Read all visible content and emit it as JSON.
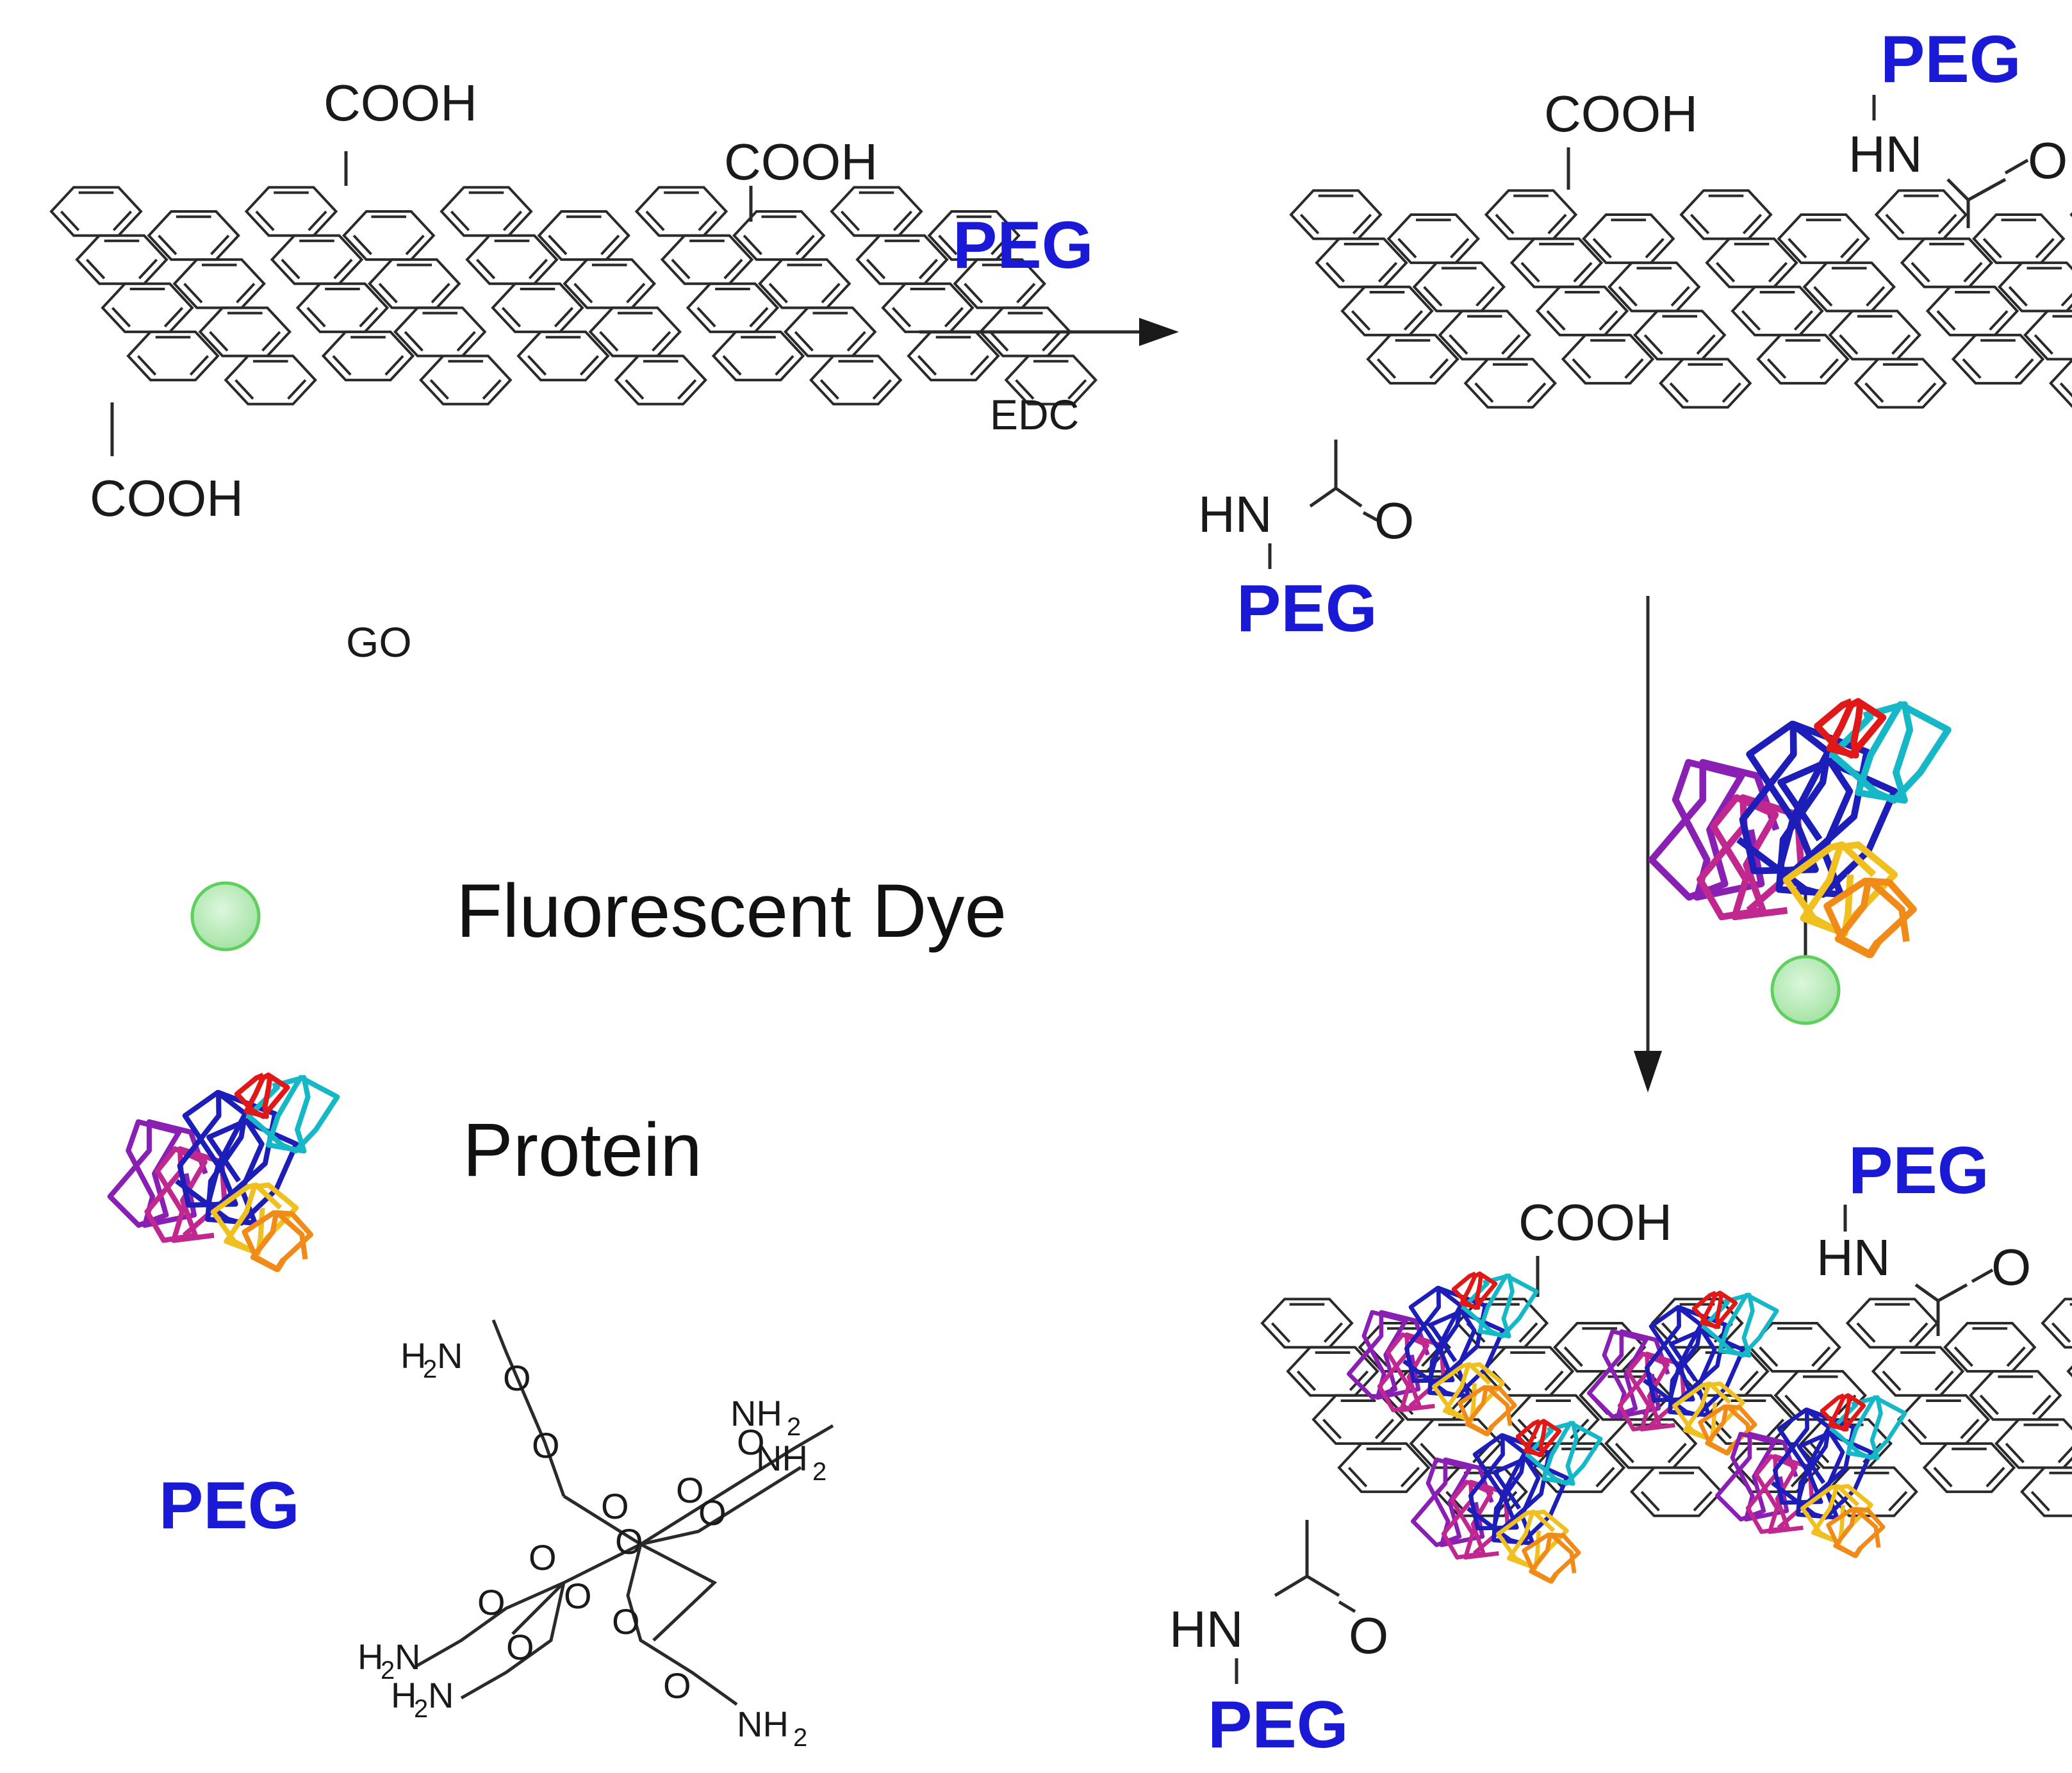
{
  "colors": {
    "peg_label": "#1a1ad6",
    "dye_fill": "#b9ecb9",
    "dye_stroke": "#5fcf5f",
    "protein_blue": "#1d1db8",
    "protein_purple": "#8a1fb4",
    "protein_magenta": "#c0288f",
    "protein_cyan": "#16b8c8",
    "protein_red": "#e01818",
    "protein_yellow": "#f0c020",
    "protein_orange": "#f08a18"
  },
  "labels": {
    "cooh": "COOH",
    "hn": "HN",
    "o": "O",
    "peg": "PEG",
    "edc": "EDC",
    "go": "GO",
    "nh2": "NH",
    "h2n": "H",
    "sub2": "2"
  },
  "legend": {
    "dye": "Fluorescent Dye",
    "protein": "Protein",
    "peg": "PEG"
  },
  "icons": [
    "graphene-oxide-sheet",
    "reaction-arrow",
    "protein-ribbon-icon",
    "fluorescent-dye-icon",
    "star-peg-structure"
  ]
}
